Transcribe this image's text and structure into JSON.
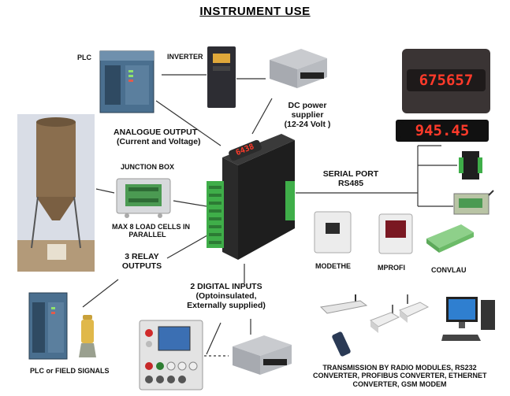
{
  "title": "INSTRUMENT USE",
  "labels": {
    "plc": "PLC",
    "inverter": "INVERTER",
    "dc_power_line1": "DC power",
    "dc_power_line2": "supplier",
    "dc_power_line3": "(12-24 Volt )",
    "analogue_line1": "ANALOGUE OUTPUT",
    "analogue_line2": "(Current and Voltage)",
    "junction_box": "JUNCTION BOX",
    "load_cells_line1": "MAX 8 LOAD CELLS IN",
    "load_cells_line2": "PARALLEL",
    "relay_line1": "3 RELAY",
    "relay_line2": "OUTPUTS",
    "serial_line1": "SERIAL PORT",
    "serial_line2": "RS485",
    "digital_line1": "2 DIGITAL INPUTS",
    "digital_line2": "(Optoinsulated,",
    "digital_line3": "Externally supplied)",
    "modethe": "MODETHE",
    "mprofi": "MPROFI",
    "convlau": "CONVLAU",
    "plc_field": "PLC or FIELD SIGNALS",
    "transmission_line1": "TRANSMISSION BY RADIO MODULES, RS232",
    "transmission_line2": "CONVERTER, PROFIBUS CONVERTER, ETHERNET",
    "transmission_line3": "CONVERTER, GSM MODEM"
  },
  "displays": {
    "large": "675657",
    "small": "945.45",
    "device": "6438"
  },
  "colors": {
    "background": "#ffffff",
    "text": "#111111",
    "wire": "#333333",
    "display_digits": "#ff3a2a",
    "terminal_green": "#3fae49",
    "plc_blue": "#3a5a7a"
  }
}
